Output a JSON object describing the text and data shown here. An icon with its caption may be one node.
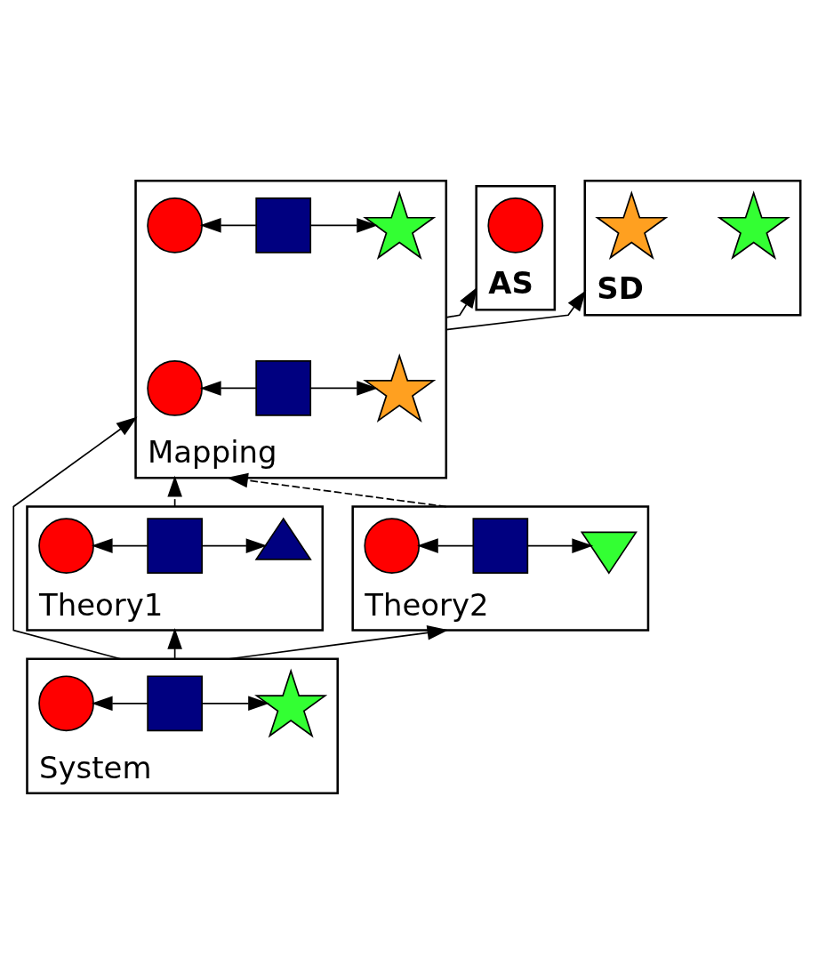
{
  "diagram": {
    "nodes": [
      {
        "text": [
          "AS"
        ]
      },
      {
        "text": [],
        "shape": "circle",
        "in": 0
      },
      {
        "text": [
          "SD"
        ]
      },
      {
        "text": [],
        "shape": "star",
        "in": 2
      },
      {
        "text": [],
        "shape": "star",
        "in": 2
      },
      {
        "text": [
          "Mapping"
        ]
      },
      {
        "text": [],
        "shape": "circle",
        "in": 5
      },
      {
        "text": [],
        "shape": "box",
        "in": 5
      },
      {
        "text": [],
        "shape": "star",
        "in": 5
      },
      {
        "text": [],
        "shape": "circle",
        "in": 5
      },
      {
        "text": [],
        "shape": "box",
        "in": 5
      },
      {
        "text": [],
        "shape": "star",
        "in": 5
      },
      {
        "text": [
          "Theory1"
        ]
      },
      {
        "text": [],
        "shape": "circle",
        "in": 12
      },
      {
        "text": [],
        "shape": "box",
        "in": 12
      },
      {
        "text": [],
        "shape": "triangle",
        "in": 12
      },
      {
        "text": [
          "Theory2"
        ]
      },
      {
        "text": [],
        "shape": "circle",
        "in": 16
      },
      {
        "text": [],
        "shape": "box",
        "in": 16
      },
      {
        "text": [],
        "shape": "triangle",
        "in": 16
      },
      {
        "text": [
          "System"
        ]
      },
      {
        "text": [],
        "shape": "circle",
        "in": 20
      },
      {
        "text": [],
        "shape": "box",
        "in": 20
      },
      {
        "text": [],
        "shape": "star",
        "in": 20
      }
    ],
    "edges": [
      {
        "from": 5,
        "to": 0,
        "arrow": "to"
      },
      {
        "from": 5,
        "to": 2,
        "arrow": "to"
      },
      {
        "from": 7,
        "to": 6,
        "arrow": "to"
      },
      {
        "from": 7,
        "to": 8,
        "arrow": "to"
      },
      {
        "from": 10,
        "to": 9,
        "arrow": "to"
      },
      {
        "from": 10,
        "to": 11,
        "arrow": "to"
      },
      {
        "from": 12,
        "to": 5,
        "arrow": "to",
        "style": "dashed"
      },
      {
        "from": 20,
        "to": 5,
        "arrow": "to"
      },
      {
        "from": 16,
        "to": 5,
        "arrow": "to",
        "style": "dashed"
      },
      {
        "from": 14,
        "to": 13,
        "arrow": "to"
      },
      {
        "from": 14,
        "to": 15,
        "arrow": "to"
      },
      {
        "from": 18,
        "to": 17,
        "arrow": "to"
      },
      {
        "from": 18,
        "to": 19,
        "arrow": "to"
      },
      {
        "from": 20,
        "to": 12,
        "arrow": "to"
      },
      {
        "from": 20,
        "to": 16,
        "arrow": "to"
      },
      {
        "from": 22,
        "to": 21,
        "arrow": "to"
      },
      {
        "from": 22,
        "to": 23,
        "arrow": "to"
      }
    ]
  }
}
